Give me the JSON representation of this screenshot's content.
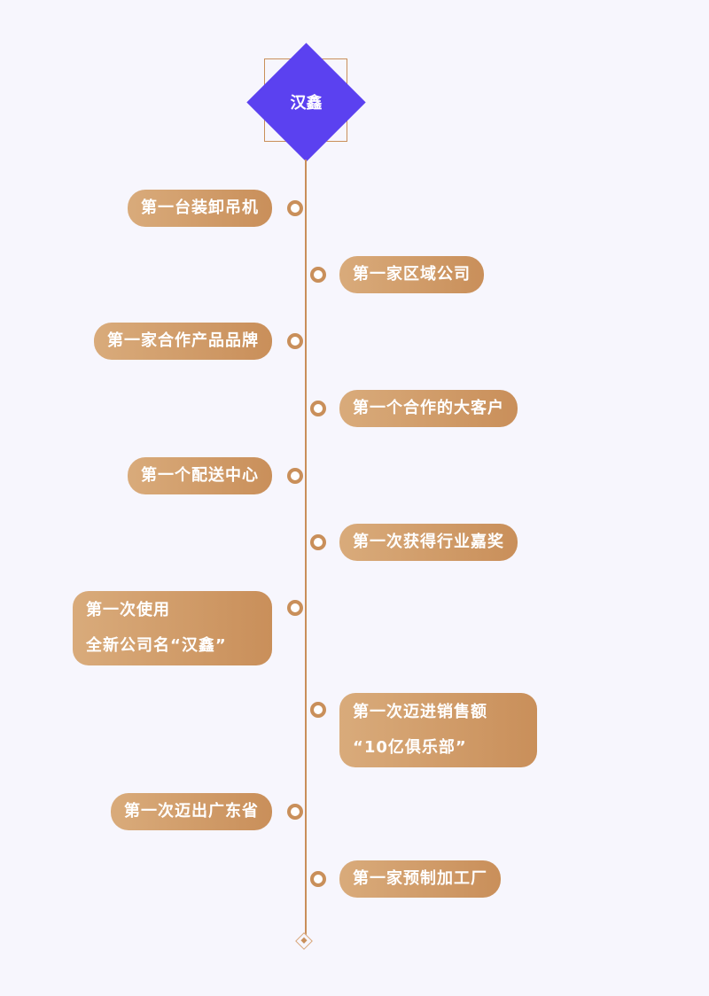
{
  "title": "汉鑫",
  "milestones": [
    {
      "text": "第一台装卸吊机"
    },
    {
      "text": "第一家区域公司"
    },
    {
      "text": "第一家合作产品品牌"
    },
    {
      "text": "第一个合作的大客户"
    },
    {
      "text": "第一个配送中心"
    },
    {
      "text": "第一次获得行业嘉奖"
    },
    {
      "line1": "第一次使用",
      "line2": "全新公司名“汉鑫”"
    },
    {
      "line1": "第一次迈进销售额",
      "line2": "“10亿俱乐部”"
    },
    {
      "text": "第一次迈出广东省"
    },
    {
      "text": "第一家预制加工厂"
    }
  ],
  "colors": {
    "accent": "#5b41f0",
    "gold": "#c98f5a",
    "background": "#f7f6fd"
  }
}
